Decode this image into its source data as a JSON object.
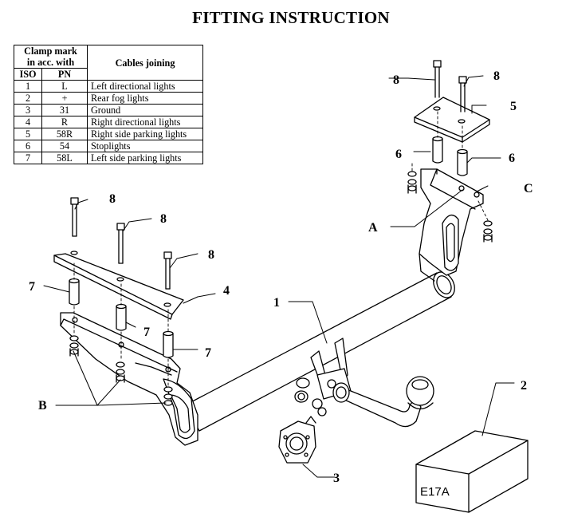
{
  "title": "FITTING INSTRUCTION",
  "table": {
    "header_group": "Clamp mark in acc. with",
    "header_group_line1": "Clamp mark",
    "header_group_line2": "in acc. with",
    "col_iso": "ISO",
    "col_pn": "PN",
    "col_cables": "Cables joining",
    "rows": [
      {
        "iso": "1",
        "pn": "L",
        "cable": "Left directional lights"
      },
      {
        "iso": "2",
        "pn": "+",
        "cable": "Rear fog lights"
      },
      {
        "iso": "3",
        "pn": "31",
        "cable": "Ground"
      },
      {
        "iso": "4",
        "pn": "R",
        "cable": "Right directional lights"
      },
      {
        "iso": "5",
        "pn": "58R",
        "cable": "Right side parking lights"
      },
      {
        "iso": "6",
        "pn": "54",
        "cable": "Stoplights"
      },
      {
        "iso": "7",
        "pn": "58L",
        "cable": "Left side parking lights"
      }
    ]
  },
  "labels": {
    "part_1": "1",
    "part_2": "2",
    "part_3": "3",
    "part_4": "4",
    "part_5": "5",
    "part_6_top": "6",
    "part_6_right": "6",
    "part_7_left": "7",
    "part_7_mid": "7",
    "part_7_low": "7",
    "part_8_left1": "8",
    "part_8_left2": "8",
    "part_8_left3": "8",
    "part_8_right1": "8",
    "part_8_right2": "8",
    "point_a": "A",
    "point_b": "B",
    "point_c": "C",
    "box_code": "E17A"
  }
}
